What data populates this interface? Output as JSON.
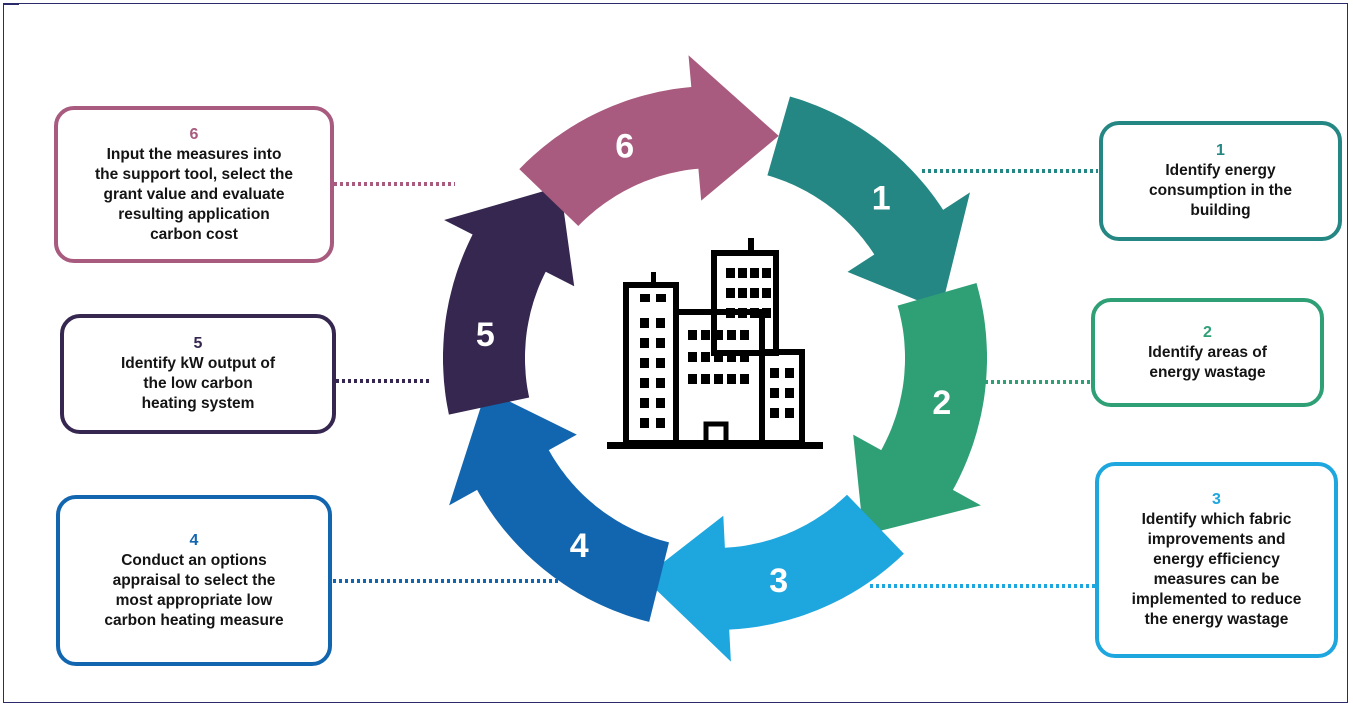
{
  "steps": [
    {
      "num": "1",
      "text": "Identify energy\nconsumption in the\nbuilding",
      "color": "#258783"
    },
    {
      "num": "2",
      "text": "Identify areas of\nenergy wastage",
      "color": "#2f9f76"
    },
    {
      "num": "3",
      "text": "Identify which fabric\nimprovements and\nenergy efficiency\nmeasures can be\nimplemented to reduce\nthe energy wastage",
      "color": "#1ea6df"
    },
    {
      "num": "4",
      "text": "Conduct an options\nappraisal to select the\nmost appropriate low\ncarbon heating measure",
      "color": "#1266b0"
    },
    {
      "num": "5",
      "text": "Identify kW output of\nthe low carbon\nheating system",
      "color": "#35274f"
    },
    {
      "num": "6",
      "text": "Input the measures into\nthe support tool, select the\ngrant value and evaluate\nresulting application\ncarbon cost",
      "color": "#a85b7e"
    }
  ],
  "center_icon": "city-buildings-icon"
}
